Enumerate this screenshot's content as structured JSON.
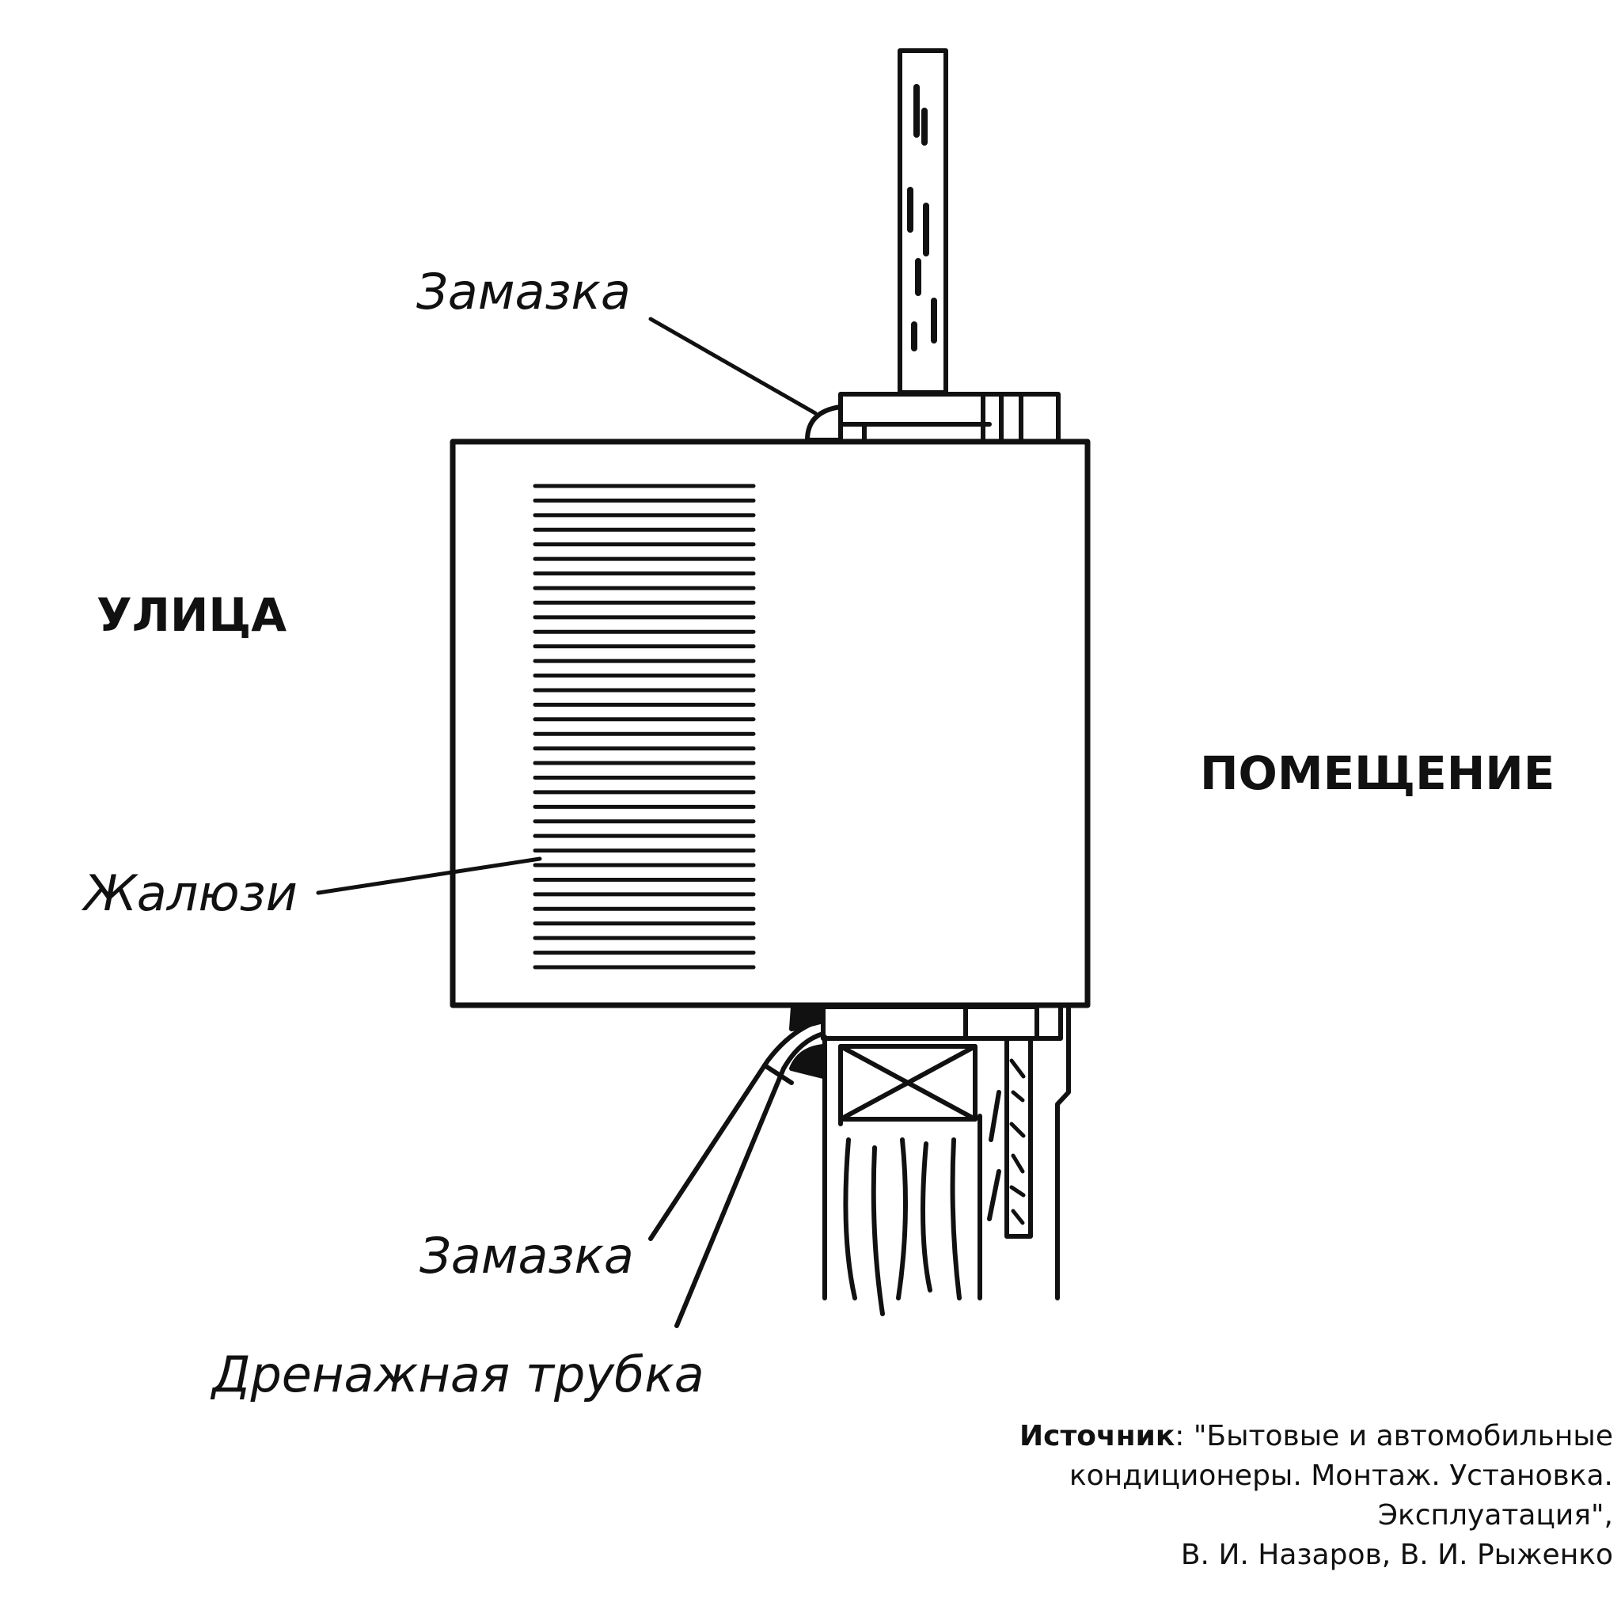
{
  "labels": {
    "outside": "УЛИЦА",
    "inside": "ПОМЕЩЕНИЕ",
    "putty_top": "Замазка",
    "louvers": "Жалюзи",
    "putty_bottom": "Замазка",
    "drain_tube": "Дренажная трубка"
  },
  "source": {
    "prefix": "Источник",
    "separator": ": ",
    "line1": "\"Бытовые и автомобильные",
    "line2": "кондиционеры. Монтаж. Установка.",
    "line3": "Эксплуатация\",",
    "line4": "В. И. Назаров, В. И. Рыженко"
  },
  "louver_count": 34
}
